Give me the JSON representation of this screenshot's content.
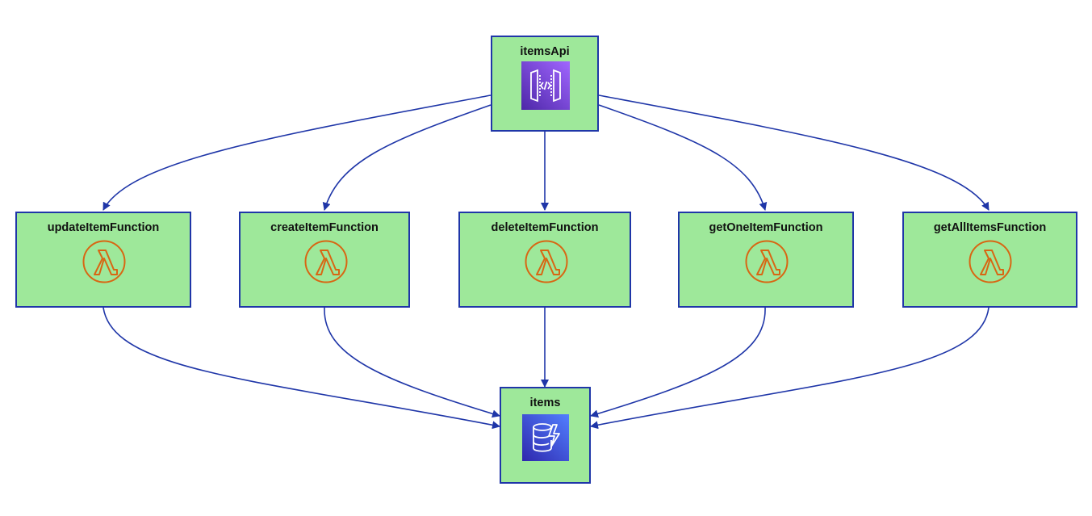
{
  "nodes": {
    "api": {
      "label": "itemsApi",
      "icon": "api-gateway-icon"
    },
    "functions": [
      {
        "label": "updateItemFunction",
        "icon": "lambda-icon"
      },
      {
        "label": "createItemFunction",
        "icon": "lambda-icon"
      },
      {
        "label": "deleteItemFunction",
        "icon": "lambda-icon"
      },
      {
        "label": "getOneItemFunction",
        "icon": "lambda-icon"
      },
      {
        "label": "getAllItemsFunction",
        "icon": "lambda-icon"
      }
    ],
    "table": {
      "label": "items",
      "icon": "dynamodb-icon"
    }
  },
  "colors": {
    "node_fill": "#9ee89a",
    "node_border": "#1f36a8",
    "edge": "#1f36a8",
    "lambda": "#d86613",
    "api_gateway": "#7b3fe4",
    "dynamodb": "#3b48cc"
  }
}
